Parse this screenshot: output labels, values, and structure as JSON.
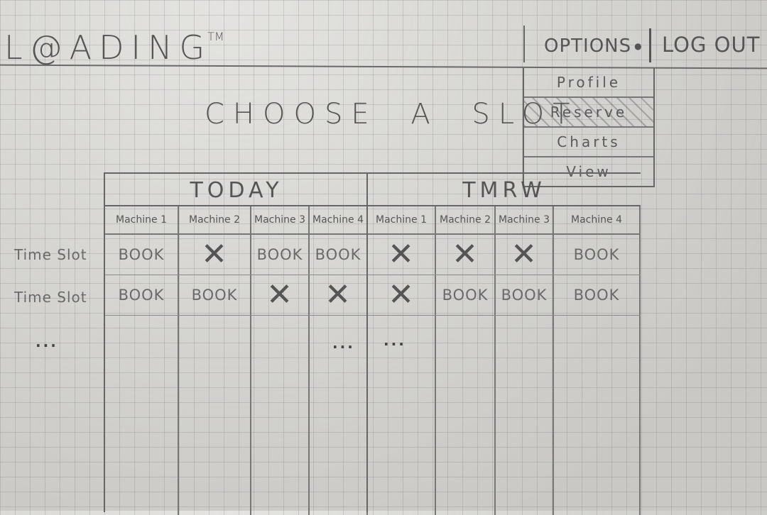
{
  "header": {
    "logo_text": "L@ADING",
    "logo_tm": "TM",
    "options_label": "OPTIONS",
    "options_indicator": "●",
    "logout_label": "LOG OUT"
  },
  "dropdown": {
    "items": [
      {
        "label": "Profile",
        "active": false
      },
      {
        "label": "Reserve",
        "active": true
      },
      {
        "label": "Charts",
        "active": false
      },
      {
        "label": "View",
        "active": false
      }
    ]
  },
  "page": {
    "title": "CHOOSE A SLOT"
  },
  "schedule": {
    "row_labels": [
      "Time Slot",
      "Time Slot"
    ],
    "more_indicator": "...",
    "days": [
      {
        "name": "TODAY",
        "machines": [
          "Machine 1",
          "Machine 2",
          "Machine 3",
          "Machine 4"
        ],
        "rows": [
          [
            "BOOK",
            "X",
            "BOOK",
            "BOOK"
          ],
          [
            "BOOK",
            "BOOK",
            "X",
            "X"
          ]
        ]
      },
      {
        "name": "TMRW",
        "machines": [
          "Machine 1",
          "Machine 2",
          "Machine 3",
          "Machine 4"
        ],
        "rows": [
          [
            "X",
            "X",
            "X",
            "BOOK"
          ],
          [
            "X",
            "BOOK",
            "BOOK",
            "BOOK"
          ]
        ]
      }
    ]
  }
}
